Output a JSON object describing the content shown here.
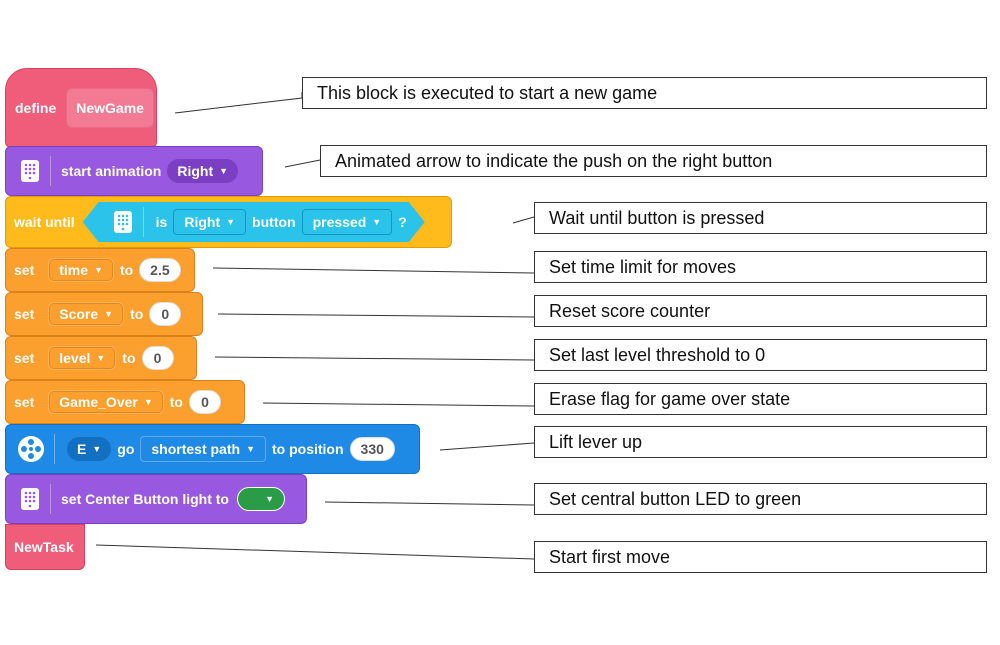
{
  "define": {
    "keyword": "define",
    "name": "NewGame"
  },
  "anim": {
    "label": "start animation",
    "dropdown": "Right"
  },
  "wait": {
    "keyword": "wait until",
    "is": "is",
    "dir": "Right",
    "button": "button",
    "state": "pressed",
    "q": "?"
  },
  "sets": [
    {
      "keyword": "set",
      "var": "time",
      "to": "to",
      "value": "2.5"
    },
    {
      "keyword": "set",
      "var": "Score",
      "to": "to",
      "value": "0"
    },
    {
      "keyword": "set",
      "var": "level",
      "to": "to",
      "value": "0"
    },
    {
      "keyword": "set",
      "var": "Game_Over",
      "to": "to",
      "value": "0"
    }
  ],
  "motor": {
    "port": "E",
    "go": "go",
    "path": "shortest path",
    "to_position": "to position",
    "value": "330"
  },
  "light": {
    "label": "set Center Button light to",
    "color": "#2a9b47"
  },
  "newtask": {
    "label": "NewTask"
  },
  "notes": [
    "This block is executed to start a new game",
    "Animated arrow to indicate the push on the right button",
    "Wait until button is pressed",
    "Set time limit for moves",
    "Reset score counter",
    "Set last level threshold to 0",
    "Erase flag for game over state",
    "Lift lever up",
    "Set central button LED to green",
    "Start first move"
  ]
}
